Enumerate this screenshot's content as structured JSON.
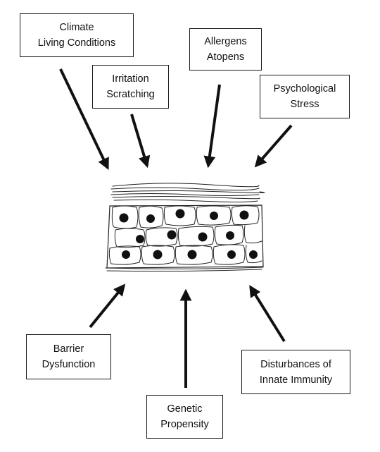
{
  "factors": {
    "climate": {
      "line1": "Climate",
      "line2": "Living Conditions"
    },
    "irritation": {
      "line1": "Irritation",
      "line2": "Scratching"
    },
    "allergens": {
      "line1": "Allergens",
      "line2": "Atopens"
    },
    "stress": {
      "line1": "Psychological",
      "line2": "Stress"
    },
    "barrier": {
      "line1": "Barrier",
      "line2": "Dysfunction"
    },
    "genetic": {
      "line1": "Genetic",
      "line2": "Propensity"
    },
    "immunity": {
      "line1": "Disturbances of",
      "line2": "Innate Immunity"
    }
  },
  "colors": {
    "ink": "#111111",
    "background": "#ffffff"
  },
  "icons": {
    "center": "skin-tissue-icon",
    "arrows": "arrow-icon"
  }
}
